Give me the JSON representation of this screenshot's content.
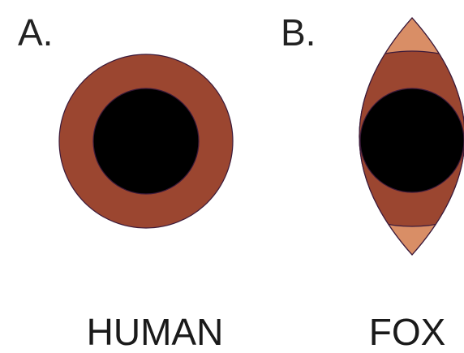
{
  "panels": [
    {
      "letter": "A.",
      "caption": "HUMAN",
      "pupil_shape": "round"
    },
    {
      "letter": "B.",
      "caption": "FOX",
      "pupil_shape": "round"
    }
  ],
  "colors": {
    "iris": "#9b4630",
    "outer_eye": "#d98e66",
    "pupil": "#000000",
    "outline": "#3b1a3a",
    "text": "#1a1a1a",
    "background": "#ffffff"
  }
}
